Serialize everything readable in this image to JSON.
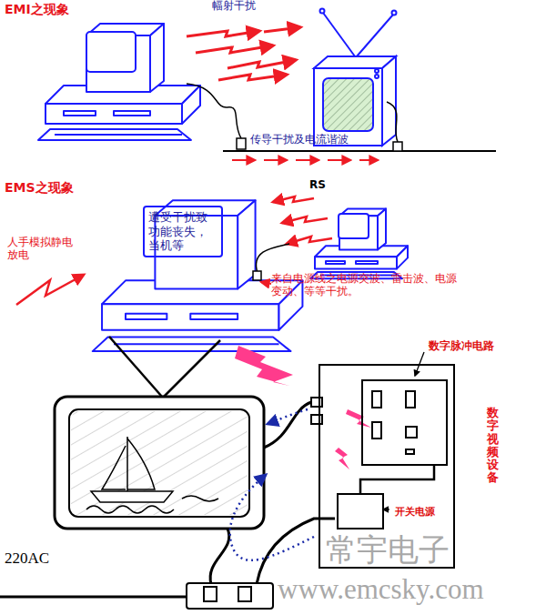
{
  "diagram": {
    "nodes": [
      {
        "text": [
          "遭受干扰致功能丧失，当机等"
        ]
      },
      {
        "text": [
          "数字视频设备"
        ]
      },
      {
        "text": [
          "数字脉冲电路"
        ],
        "in": 1
      },
      {
        "text": [
          "开关电源"
        ],
        "in": 1
      }
    ],
    "edges": [
      {
        "from": 2,
        "to": 3,
        "arrow": "none"
      }
    ],
    "labels": [
      "EMI之现象",
      "幅射干扰",
      "传导干扰及电流谐波",
      "EMS之现象",
      "人手模拟静电放电",
      "RS",
      "来自电源线之电源突波、雷击波、电源变动、等等干扰。",
      "220AC",
      "常宇电子",
      "www.emcsky.com"
    ]
  }
}
